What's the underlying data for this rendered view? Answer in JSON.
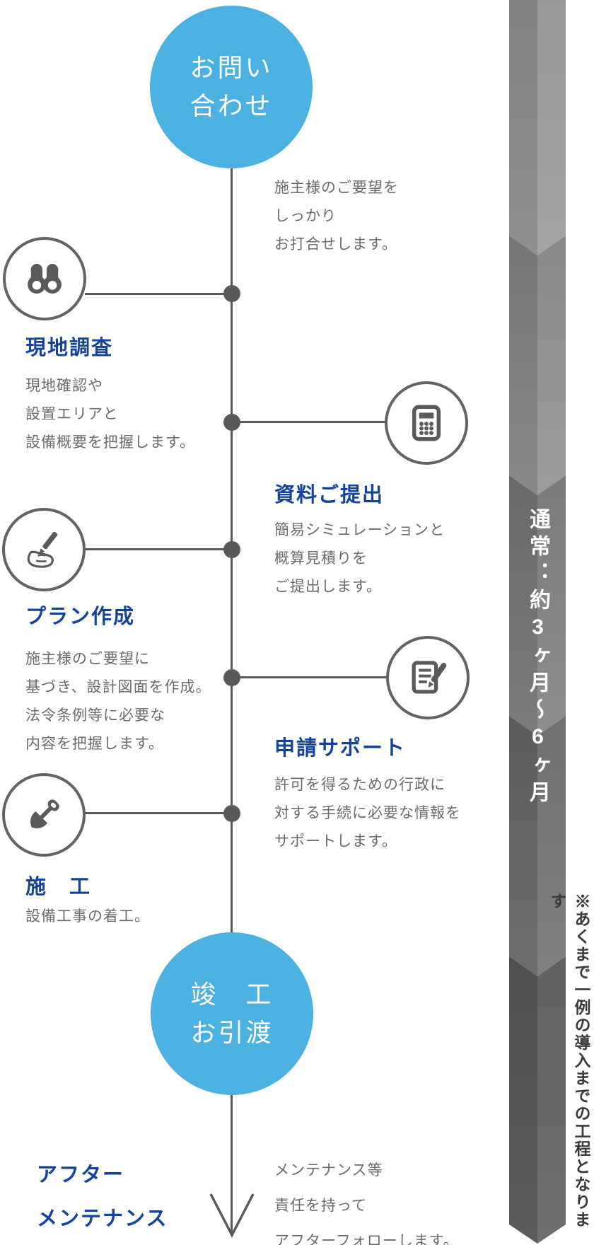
{
  "colors": {
    "accent_blue": "#4bb1e0",
    "title_blue": "#15439b",
    "line_gray": "#595959",
    "desc_gray": "#6b6b6b",
    "bar_dark_gray": "#505050",
    "bar_light_gray": "#9e9e9e"
  },
  "start": {
    "label": "お問い\n合わせ",
    "note": "施主様のご要望を\nしっかり\nお打合せします。"
  },
  "steps": [
    {
      "id": "survey",
      "side": "left",
      "icon": "binoculars-icon",
      "title": "現地調査",
      "desc": "現地確認や\n設置エリアと\n設備概要を把握します。"
    },
    {
      "id": "documents",
      "side": "right",
      "icon": "calculator-icon",
      "title": "資料ご提出",
      "desc": "簡易シミュレーションと\n概算見積りを\nご提出します。"
    },
    {
      "id": "plan",
      "side": "left",
      "icon": "pen-hand-icon",
      "title": "プラン作成",
      "desc": "施主様のご要望に\n基づき、設計図面を作成。\n法令条例等に必要な\n内容を把握します。"
    },
    {
      "id": "application",
      "side": "right",
      "icon": "document-pen-icon",
      "title": "申請サポート",
      "desc": "許可を得るための行政に\n対する手続に必要な情報を\nサポートします。"
    },
    {
      "id": "construction",
      "side": "left",
      "icon": "shovel-icon",
      "title": "施　工",
      "desc": "設備工事の着工。"
    }
  ],
  "end": {
    "label": "竣　工\nお引渡",
    "after_title": "アフター\nメンテナンス",
    "after_desc": "メンテナンス等\n責任を持って\nアフターフォローします。"
  },
  "duration_bar": {
    "label": "通常：約3ヶ月〜6ヶ月",
    "note": "※あくまで一例の導入までの工程となります"
  }
}
